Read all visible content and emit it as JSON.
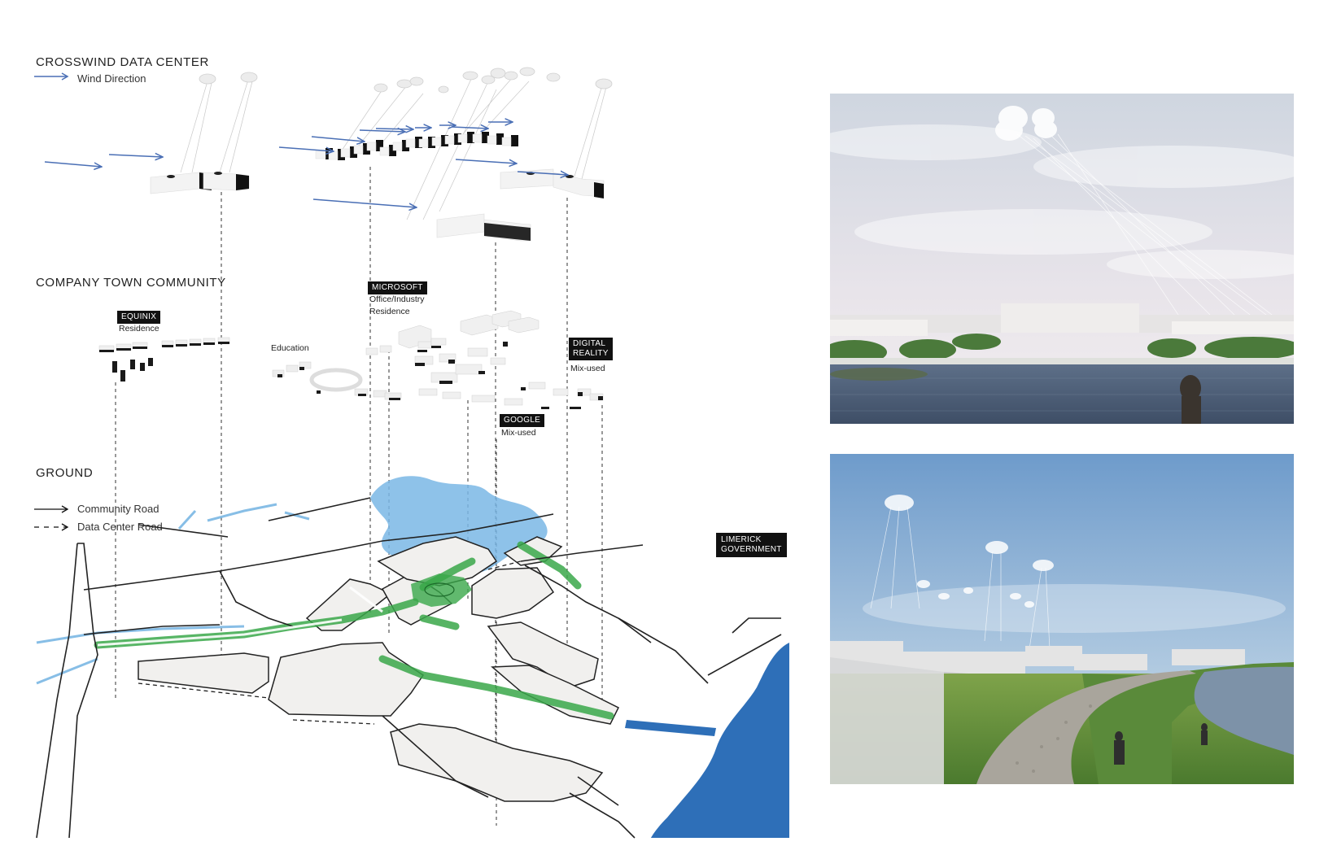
{
  "sections": {
    "crosswind": "CROSSWIND DATA CENTER",
    "company_town": "COMPANY TOWN COMMUNITY",
    "ground": "GROUND"
  },
  "legend": {
    "wind_direction": "Wind Direction",
    "community_road": "Community Road",
    "data_center_road": "Data Center Road"
  },
  "tags": {
    "equinix": {
      "name": "EQUINIX",
      "use": "Residence"
    },
    "microsoft": {
      "name": "MICROSOFT",
      "use_line1": "Office/Industry",
      "use_line2": "Residence"
    },
    "digital_reality": {
      "name_line1": "DIGITAL",
      "name_line2": "REALITY",
      "use": "Mix-used"
    },
    "google": {
      "name": "GOOGLE",
      "use": "Mix-used"
    },
    "education": "Education",
    "limerick": {
      "line1": "LIMERICK",
      "line2": "GOVERNMENT"
    }
  },
  "colors": {
    "wind_arrow": "#4a6fb5",
    "water": "#6aaee0",
    "river": "#2e6fb8",
    "green": "#3aa84a",
    "block": "#f1f0ee"
  }
}
